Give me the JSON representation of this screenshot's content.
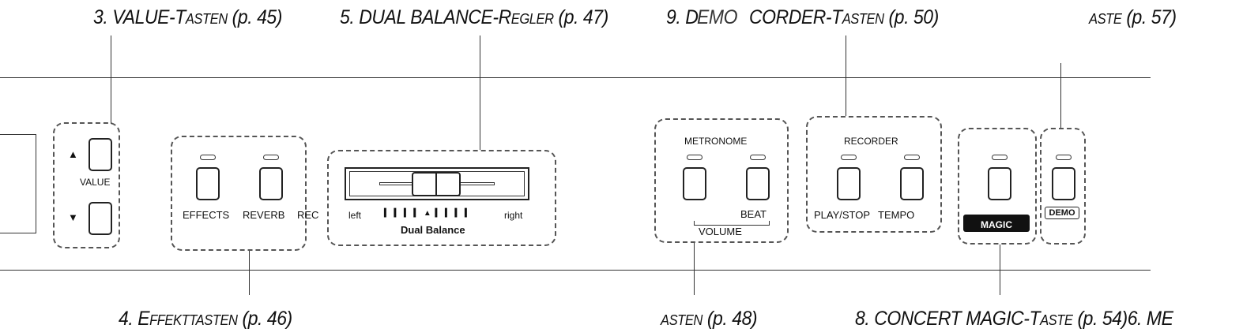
{
  "callouts": {
    "value_prefix": "3. VALUE-T",
    "value_small": "asten",
    "value_page": " (p. 45)",
    "dual_prefix": "5. DUAL BALANCE-R",
    "dual_small": "egler",
    "dual_page": " (p. 47)",
    "demo_rec_garbled": "9. D",
    "demo_rec_overlap": "EMO",
    "recorder_mid": "CORDER-T",
    "recorder_small": "asten",
    "recorder_page": " (p. 50)",
    "aste_top_small": "aste",
    "aste_top_page": " (p. 57)",
    "effekt_prefix": "4. E",
    "effekt_small": "ffekttasten",
    "effekt_page": " (p. 46)",
    "asten_bottom_small": "asten",
    "asten_bottom_page": " (p. 48)",
    "concert_prefix": "8. CONCERT MAGIC-T",
    "concert_small": "aste",
    "concert_page": " (p. 54)",
    "me_tail": "6. ME"
  },
  "panel": {
    "value_label": "VALUE",
    "up_arrow": "▲",
    "down_arrow": "▼",
    "effects_label": "EFFECTS",
    "reverb_label": "REVERB",
    "rec_label": "REC",
    "balance_left": "left",
    "balance_right": "right",
    "balance_ticks": "▍ ▍ ▍ ▍ ▲ ▍ ▍ ▍ ▍",
    "balance_title": "Dual Balance",
    "metronome_label": "METRONOME",
    "beat_label": "BEAT",
    "volume_label": "VOLUME",
    "recorder_label": "RECORDER",
    "playstop_label": "PLAY/STOP",
    "tempo_label": "TEMPO",
    "magic_label": "MAGIC",
    "demo_label": "DEMO"
  }
}
